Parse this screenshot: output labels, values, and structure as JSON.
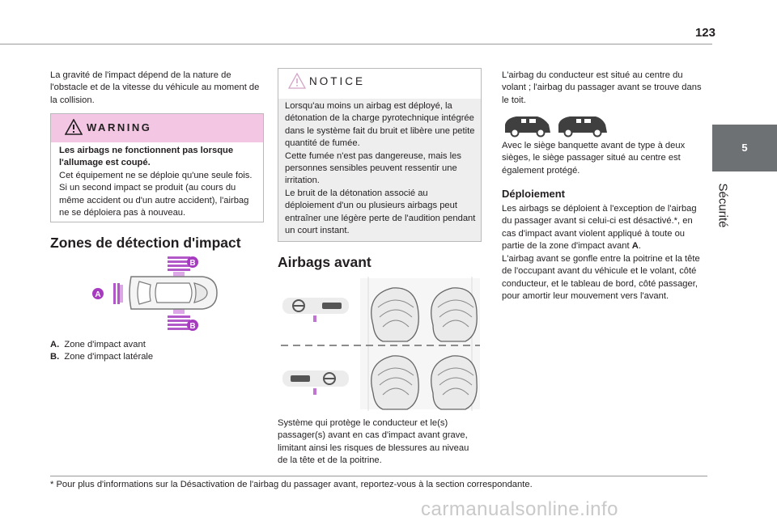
{
  "page_number": "123",
  "side_tab": {
    "number": "5",
    "label": "Sécurité"
  },
  "col1": {
    "intro": "La gravité de l'impact dépend de la nature de l'obstacle et de la vitesse du véhicule au moment de la collision.",
    "warning": {
      "title": "WARNING",
      "bold": "Les airbags ne fonctionnent pas lorsque l'allumage est coupé.",
      "text": "Cet équipement ne se déploie qu'une seule fois. Si un second impact se produit (au cours du même accident ou d'un autre accident), l'airbag ne se déploiera pas à nouveau."
    },
    "section_title": "Zones de détection d'impact",
    "diagram_labels": {
      "a": "A",
      "b": "B"
    },
    "legend": [
      {
        "key": "A.",
        "text": "Zone d'impact avant"
      },
      {
        "key": "B.",
        "text": "Zone d'impact latérale"
      }
    ]
  },
  "col2": {
    "notice": {
      "title": "NOTICE",
      "text": "Lorsqu'au moins un airbag est déployé, la détonation de la charge pyrotechnique intégrée dans le système fait du bruit et libère une petite quantité de fumée.\nCette fumée n'est pas dangereuse, mais les personnes sensibles peuvent ressentir une irritation.\nLe bruit de la détonation associé au déploiement d'un ou plusieurs airbags peut entraîner une légère perte de l'audition pendant un court instant."
    },
    "section_title": "Airbags avant",
    "caption": "Système qui protège le conducteur et le(s) passager(s) avant en cas d'impact avant grave, limitant ainsi les risques de blessures au niveau de la tête et de la poitrine."
  },
  "col3": {
    "p1": "L'airbag du conducteur est situé au centre du volant ; l'airbag du passager avant se trouve dans le toit.",
    "p2": "Avec le siège banquette avant de type à deux sièges, le siège passager situé au centre est également protégé.",
    "subtitle": "Déploiement",
    "p3_part1": "Les airbags se déploient à l'exception de l'airbag du passager avant si celui-ci est désactivé.*, en cas d'impact avant violent appliqué à toute ou partie de la zone d'impact avant ",
    "p3_bold": "A",
    "p3_part2": ".",
    "p4": "L'airbag avant se gonfle entre la poitrine et la tête de l'occupant avant du véhicule et le volant, côté conducteur, et le tableau de bord, côté passager, pour amortir leur mouvement vers l'avant."
  },
  "footnote": "* Pour plus d'informations sur la Désactivation de l'airbag du passager avant, reportez-vous à la section correspondante.",
  "watermark": "carmanualsonline.info",
  "colors": {
    "warning_head": "#f3c7e4",
    "marker": "#a63bbf",
    "tab": "#6d7174",
    "notice_bg": "#eeeeee"
  }
}
